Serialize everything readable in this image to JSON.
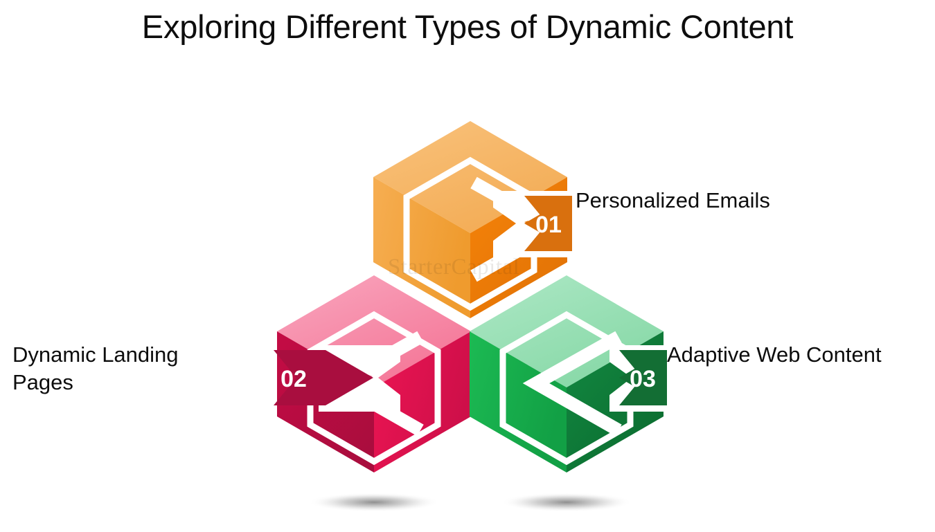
{
  "slide": {
    "title": "Exploring Different Types of Dynamic Content",
    "background_color": "#FFFFFF",
    "watermark_text": "StarterCapital"
  },
  "items": [
    {
      "number": "01",
      "label": "Personalized Emails",
      "colors": {
        "top": "#F8BC70",
        "left": "#F5A council",
        "right": "#EF7C0A",
        "badge": "#D9700E"
      }
    },
    {
      "number": "02",
      "label": "Dynamic Landing\nPages",
      "colors": {
        "top": "#F58FAC",
        "left": "#BE0B42",
        "right": "#E8134F",
        "badge": "#A90E3F"
      }
    },
    {
      "number": "03",
      "label": "Adaptive Web Content",
      "colors": {
        "top": "#9CE0B5",
        "left": "#16AF4B",
        "right": "#10803A",
        "badge": "#136E34"
      }
    }
  ],
  "palette": {
    "orange_top": "#F8BC70",
    "orange_top_dark": "#F2A94F",
    "orange_left": "#F4A746",
    "orange_left_dark": "#EE9A33",
    "orange_right": "#F08108",
    "orange_right_dark": "#E27206",
    "orange_badge": "#D9700E",
    "pink_top": "#F79EB8",
    "pink_top_dark": "#F4779B",
    "pink_left": "#E8134F",
    "pink_left_dark": "#D4104A",
    "pink_right": "#BE0B42",
    "pink_right_dark": "#A90E3F",
    "pink_badge": "#A90E3F",
    "green_top": "#A6E3BC",
    "green_top_dark": "#7FD6A0",
    "green_left": "#19B44F",
    "green_left_dark": "#13A245",
    "green_right": "#10803A",
    "green_right_dark": "#0C6E31",
    "green_badge": "#136E34",
    "outline": "#FFFFFF",
    "text": "#0D0D0D",
    "shadow": "#555555"
  }
}
